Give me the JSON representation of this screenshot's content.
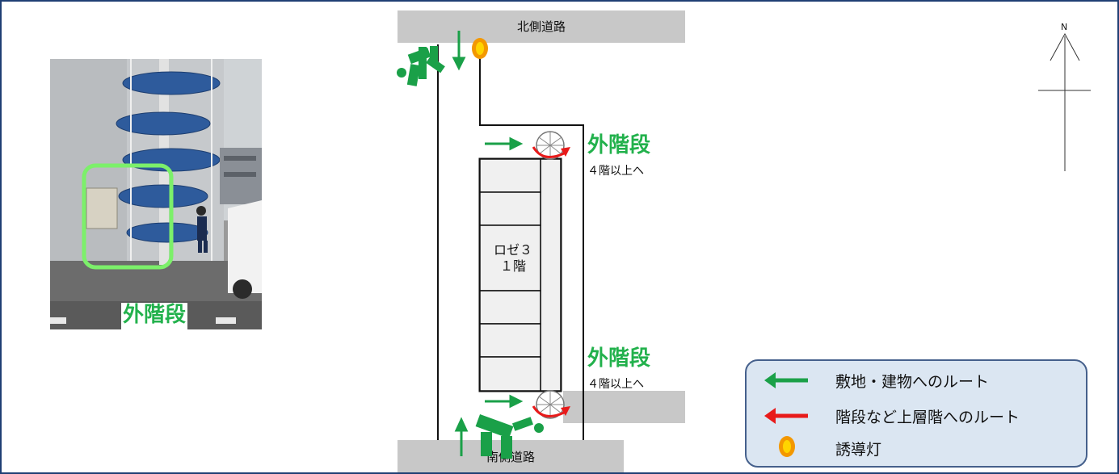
{
  "roads": {
    "north": "北側道路",
    "south": "南側道路"
  },
  "photo": {
    "caption": "外階段"
  },
  "stairs": [
    {
      "title": "外階段",
      "note": "４階以上へ"
    },
    {
      "title": "外階段",
      "note": "４階以上へ"
    }
  ],
  "building": {
    "name": "ロゼ３",
    "floor": "１階"
  },
  "compass": {
    "north_label": "N"
  },
  "legend": {
    "items": [
      {
        "text": "敷地・建物へのルート",
        "color": "#1aa048"
      },
      {
        "text": "階段など上層階へのルート",
        "color": "#e81a1a"
      },
      {
        "text": "誘導灯",
        "color": "#f39800"
      }
    ]
  },
  "colors": {
    "route_green": "#1aa048",
    "route_red": "#e81a1a",
    "light_orange": "#f39800",
    "frame_blue": "#1f3f74"
  }
}
